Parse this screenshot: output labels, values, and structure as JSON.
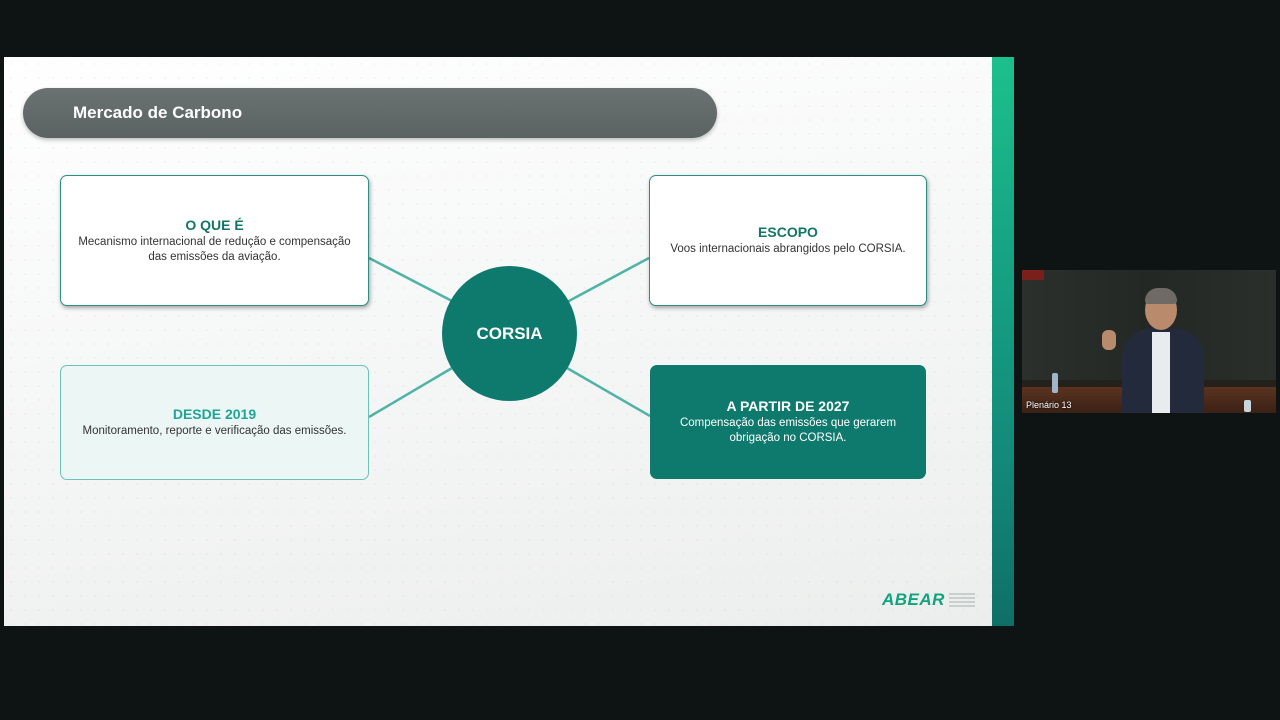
{
  "slide": {
    "title": "Mercado de Carbono",
    "hub_label": "CORSIA",
    "boxes": {
      "oque": {
        "heading": "O QUE É",
        "text": "Mecanismo internacional de redução e compensação das emissões da aviação."
      },
      "escopo": {
        "heading": "ESCOPO",
        "text": "Voos internacionais abrangidos pelo CORSIA."
      },
      "desde": {
        "heading": "DESDE 2019",
        "text": "Monitoramento, reporte e verificação das emissões."
      },
      "partir": {
        "heading": "A PARTIR DE 2027",
        "text": "Compensação das emissões que gerarem obrigação no CORSIA."
      }
    },
    "logo": "ABEAR",
    "colors": {
      "teal": "#0e7a6d",
      "stripe": "#16a383",
      "title_bar": "#626969"
    }
  },
  "webcam": {
    "label": "Plenário 13"
  }
}
